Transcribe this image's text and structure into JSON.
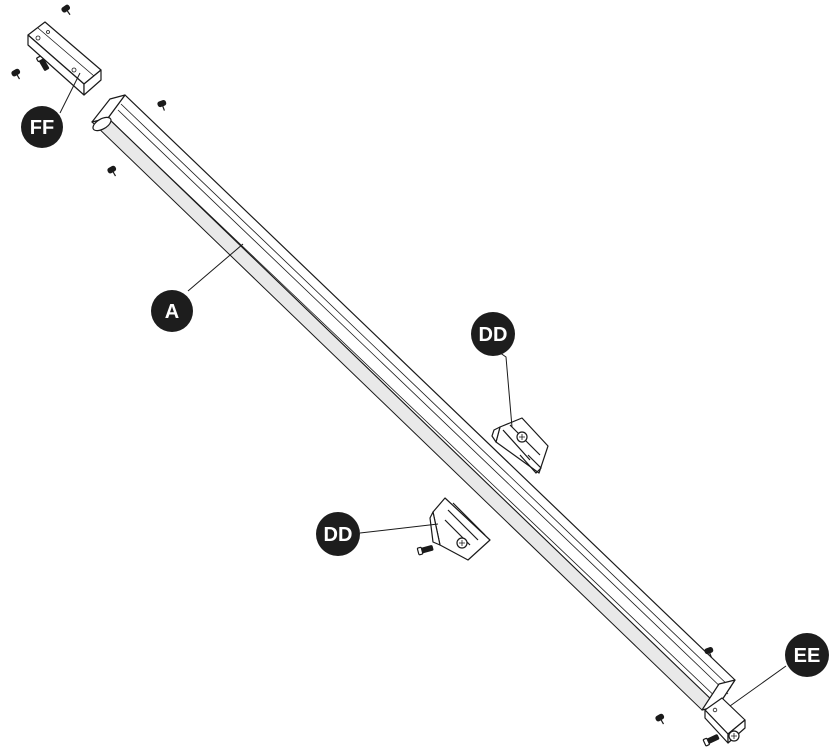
{
  "labels": {
    "ff": "FF",
    "a": "A",
    "dd_upper": "DD",
    "dd_lower": "DD",
    "ee": "EE"
  },
  "colors": {
    "ink": "#1a1a1a",
    "badge": "#1d1d1d",
    "badge_text": "#ffffff",
    "paper": "#ffffff"
  }
}
